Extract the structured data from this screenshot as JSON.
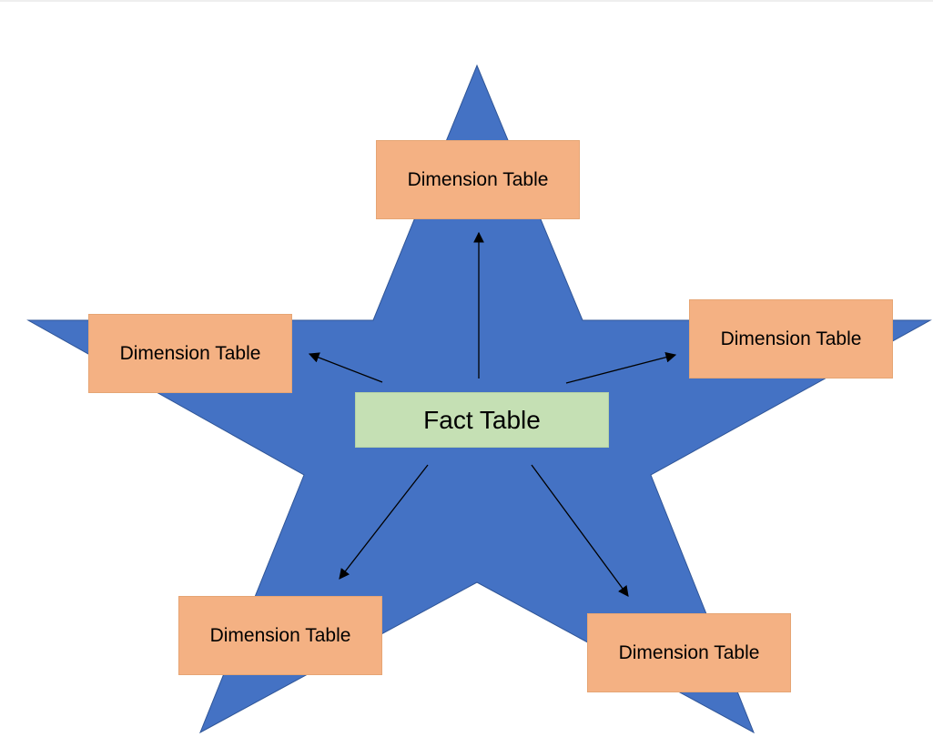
{
  "colors": {
    "star_fill": "#4472c4",
    "dimension_box_fill": "#f4b183",
    "fact_box_fill": "#c5e0b4",
    "arrow": "#000000"
  },
  "fact_table": {
    "label": "Fact Table"
  },
  "dimension_tables": [
    {
      "label": "Dimension Table"
    },
    {
      "label": "Dimension Table"
    },
    {
      "label": "Dimension Table"
    },
    {
      "label": "Dimension Table"
    },
    {
      "label": "Dimension Table"
    }
  ]
}
